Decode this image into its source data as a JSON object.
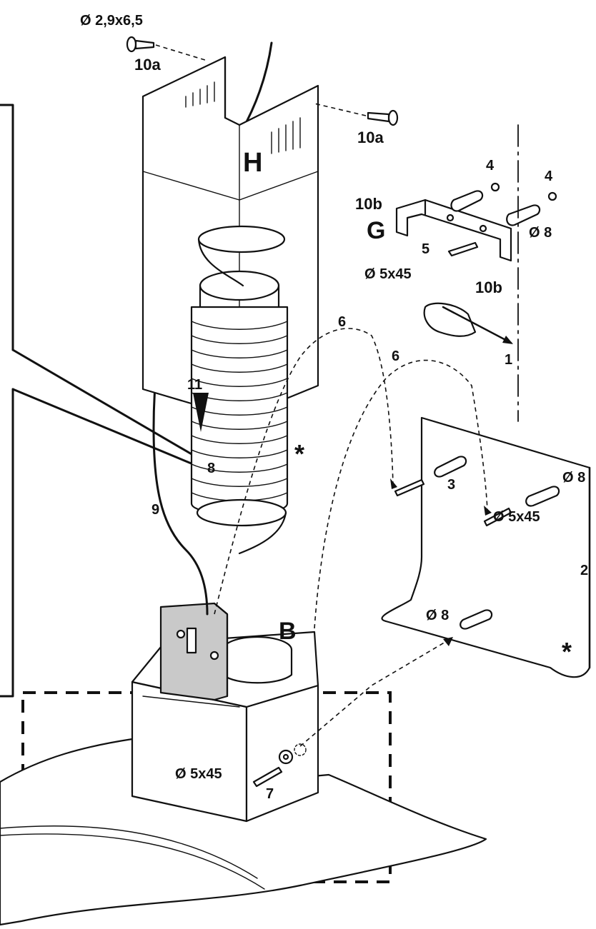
{
  "labels": {
    "screw_spec_top": "Ø 2,9x6,5",
    "ref_10a_left": "10a",
    "ref_10a_right": "10a",
    "chimney_H": "H",
    "ref_4_a": "4",
    "ref_4_b": "4",
    "ref_10b_top": "10b",
    "bracket_G": "G",
    "dia_8_top": "Ø 8",
    "ref_5": "5",
    "screw_spec_5x45_bracket": "Ø 5x45",
    "ref_10b_bottom": "10b",
    "ref_6_a": "6",
    "ref_6_b": "6",
    "ref_1": "1",
    "ref_11": "11",
    "asterisk_hose": "*",
    "ref_8_hose": "8",
    "ref_3": "3",
    "dia_8_wall_right": "Ø 8",
    "screw_spec_5x45_wall": "Ø 5x45",
    "ref_2": "2",
    "ref_9": "9",
    "dia_8_wall_bottom": "Ø 8",
    "asterisk_wall": "*",
    "motor_B": "B",
    "screw_spec_5x45_body": "Ø 5x45",
    "ref_7": "7"
  }
}
